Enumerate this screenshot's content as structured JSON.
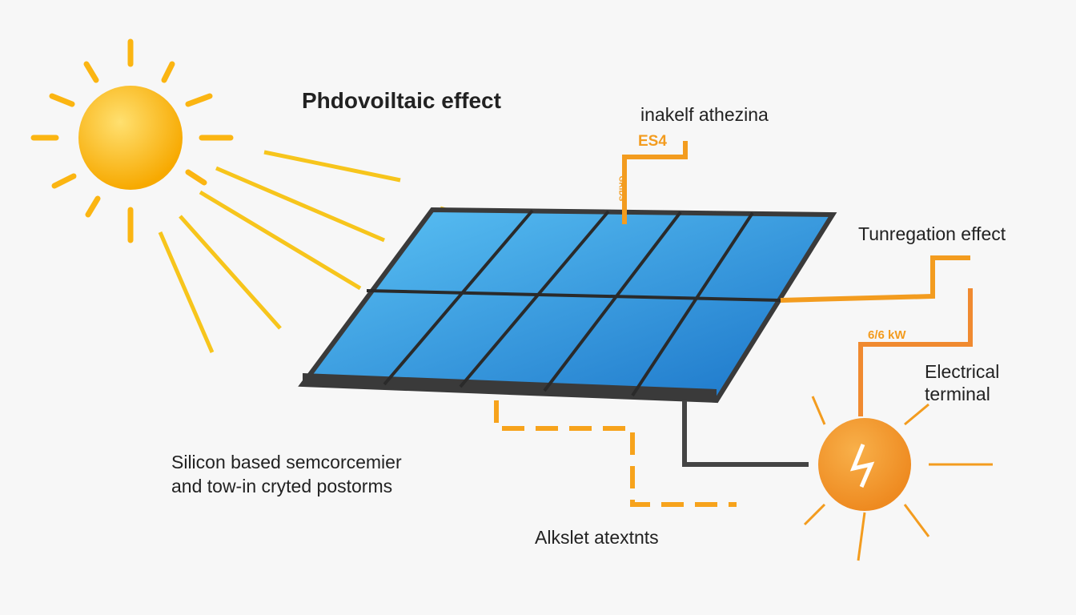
{
  "title": "Phdovoiltaic effect",
  "top_label": "inakelf athezina",
  "tag_es": "ES4",
  "vertical_tag": "GRIDS",
  "right_label": "Tunregation effect",
  "power_label": "6/6 kW",
  "terminal_label": [
    "Electrical",
    "terminal"
  ],
  "left_caption": [
    "Silicon based semcorcemier",
    "and tow-in cryted postorms"
  ],
  "bottom_caption": "Alkslet atextnts",
  "colors": {
    "sun": "#fbb512",
    "rays": "#f7c51c",
    "wire": "#f39c1f",
    "panel": "#2e9ae0",
    "frame": "#3a3a3a",
    "terminal": "#f29a2e"
  }
}
